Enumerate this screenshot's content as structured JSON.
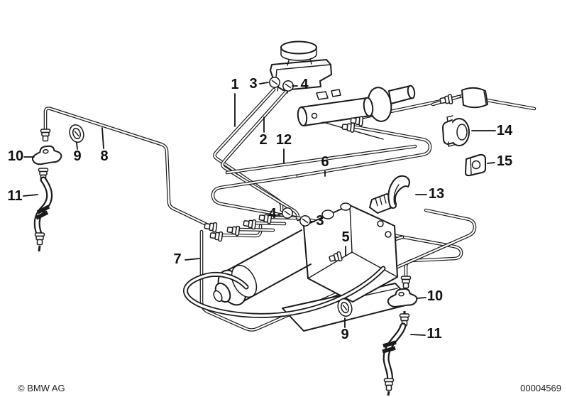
{
  "diagram": {
    "footer": {
      "copyright": "© BMW AG",
      "doc_number": "00004569"
    },
    "colors": {
      "line": "#1a1a1a",
      "background": "#ffffff",
      "text": "#111111"
    },
    "callouts": [
      {
        "part": "1"
      },
      {
        "part": "3"
      },
      {
        "part": "4"
      },
      {
        "part": "2"
      },
      {
        "part": "12"
      },
      {
        "part": "6"
      },
      {
        "part": "14"
      },
      {
        "part": "15"
      },
      {
        "part": "13"
      },
      {
        "part": "4"
      },
      {
        "part": "3"
      },
      {
        "part": "5"
      },
      {
        "part": "7"
      },
      {
        "part": "10"
      },
      {
        "part": "9"
      },
      {
        "part": "8"
      },
      {
        "part": "11"
      },
      {
        "part": "10"
      },
      {
        "part": "11"
      },
      {
        "part": "9"
      }
    ]
  }
}
